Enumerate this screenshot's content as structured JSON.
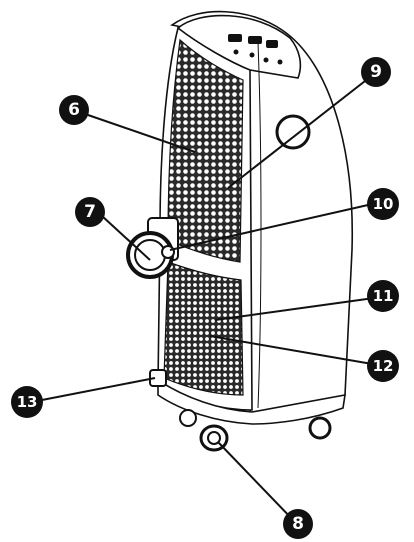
{
  "colors": {
    "ink": "#111111",
    "paper": "#ffffff",
    "grille": "#2a2a2a"
  },
  "figure": {
    "subject": "portable-air-conditioner-rear-view",
    "callouts": [
      {
        "id": "c6",
        "label": "6"
      },
      {
        "id": "c7",
        "label": "7"
      },
      {
        "id": "c8",
        "label": "8"
      },
      {
        "id": "c9",
        "label": "9"
      },
      {
        "id": "c10",
        "label": "10"
      },
      {
        "id": "c11",
        "label": "11"
      },
      {
        "id": "c12",
        "label": "12"
      },
      {
        "id": "c13",
        "label": "13"
      }
    ]
  }
}
